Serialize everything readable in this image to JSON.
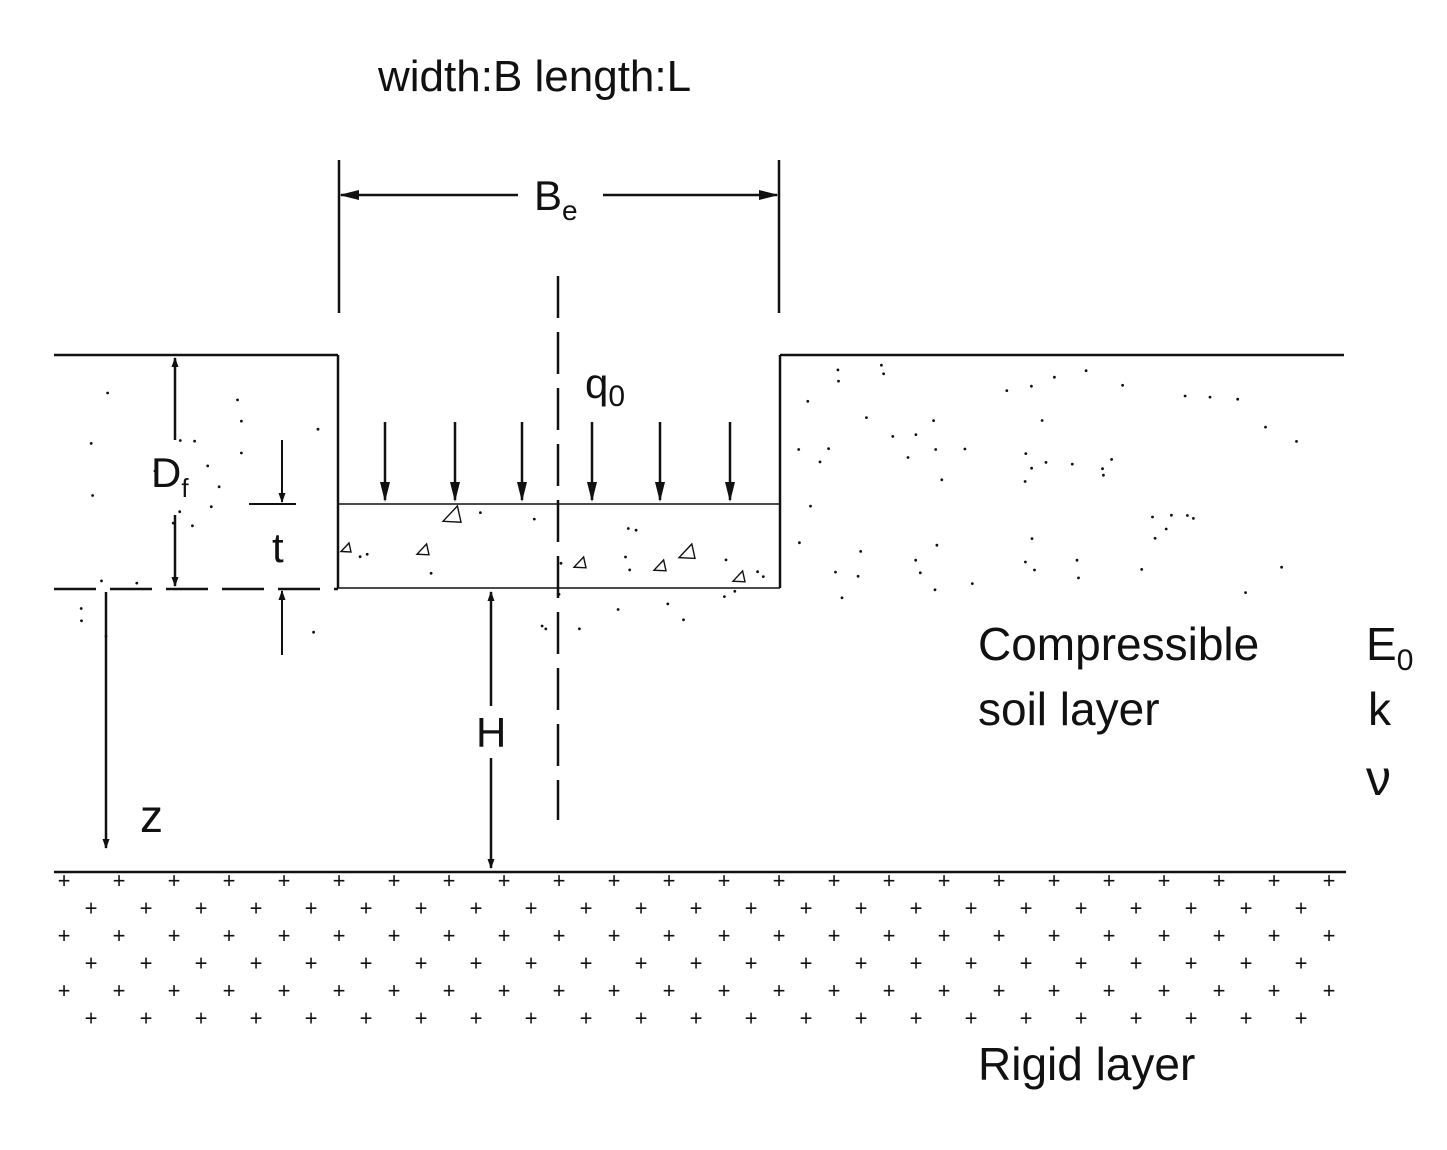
{
  "title": "width:B length:L",
  "labels": {
    "be_main": "B",
    "be_sub": "e",
    "q_main": "q",
    "q_sub": "0",
    "df_main": "D",
    "df_sub": "f",
    "t": "t",
    "h": "H",
    "z": "z",
    "soil_line1": "Compressible",
    "soil_line2": "soil layer",
    "e0_main": "E",
    "e0_sub": "0",
    "k": "k",
    "nu": "ν",
    "rigid": "Rigid layer"
  },
  "colors": {
    "ink": "#111111",
    "background": "#ffffff"
  }
}
